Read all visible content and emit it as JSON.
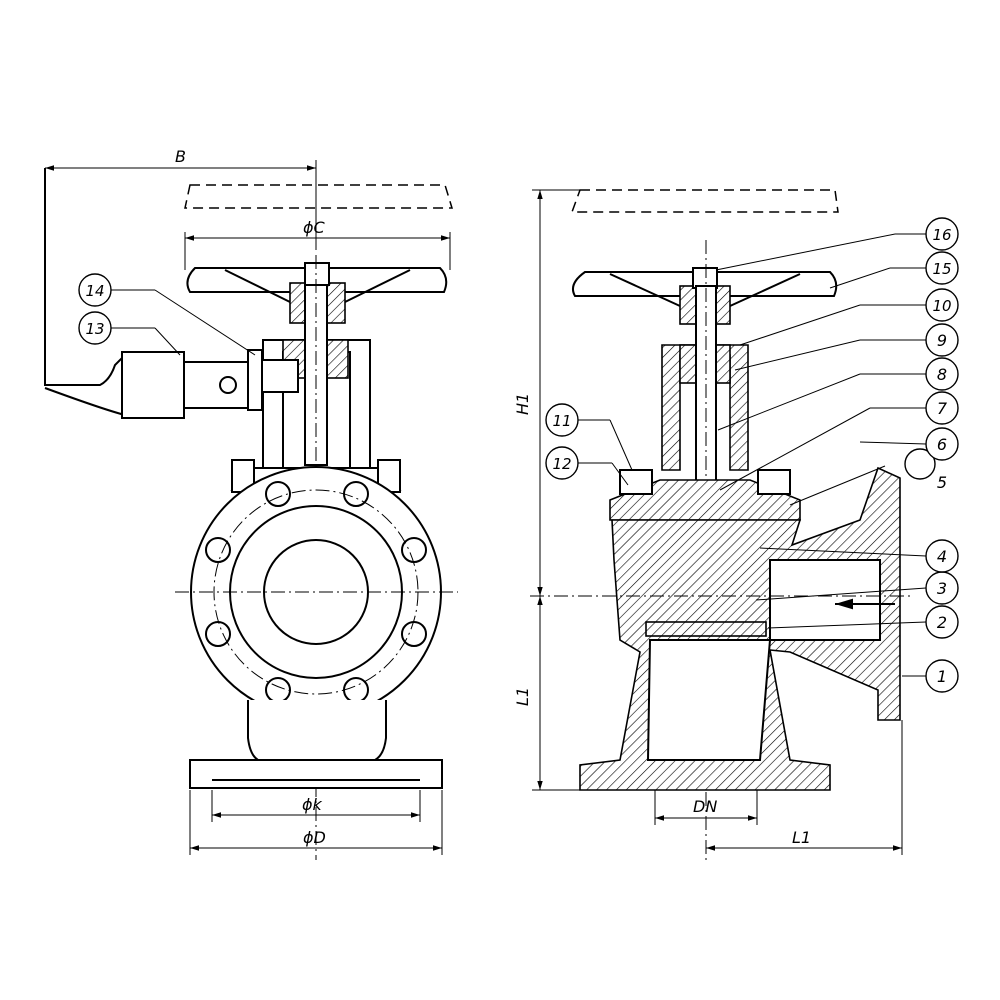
{
  "dimensions": {
    "B": "B",
    "C": "ϕC",
    "k": "ϕk",
    "D": "ϕD",
    "H1": "H1",
    "L1_vertical": "L1",
    "L1_horizontal": "L1",
    "DN": "DN"
  },
  "callouts": [
    {
      "id": "callout-1",
      "label": "1"
    },
    {
      "id": "callout-2",
      "label": "2"
    },
    {
      "id": "callout-3",
      "label": "3"
    },
    {
      "id": "callout-4",
      "label": "4"
    },
    {
      "id": "callout-5",
      "label": "5"
    },
    {
      "id": "callout-6",
      "label": "6"
    },
    {
      "id": "callout-7",
      "label": "7"
    },
    {
      "id": "callout-8",
      "label": "8"
    },
    {
      "id": "callout-9",
      "label": "9"
    },
    {
      "id": "callout-10",
      "label": "10"
    },
    {
      "id": "callout-11",
      "label": "11"
    },
    {
      "id": "callout-12",
      "label": "12"
    },
    {
      "id": "callout-13",
      "label": "13"
    },
    {
      "id": "callout-14",
      "label": "14"
    },
    {
      "id": "callout-15",
      "label": "15"
    },
    {
      "id": "callout-16",
      "label": "16"
    }
  ],
  "flow_direction": "arrow-left-icon"
}
